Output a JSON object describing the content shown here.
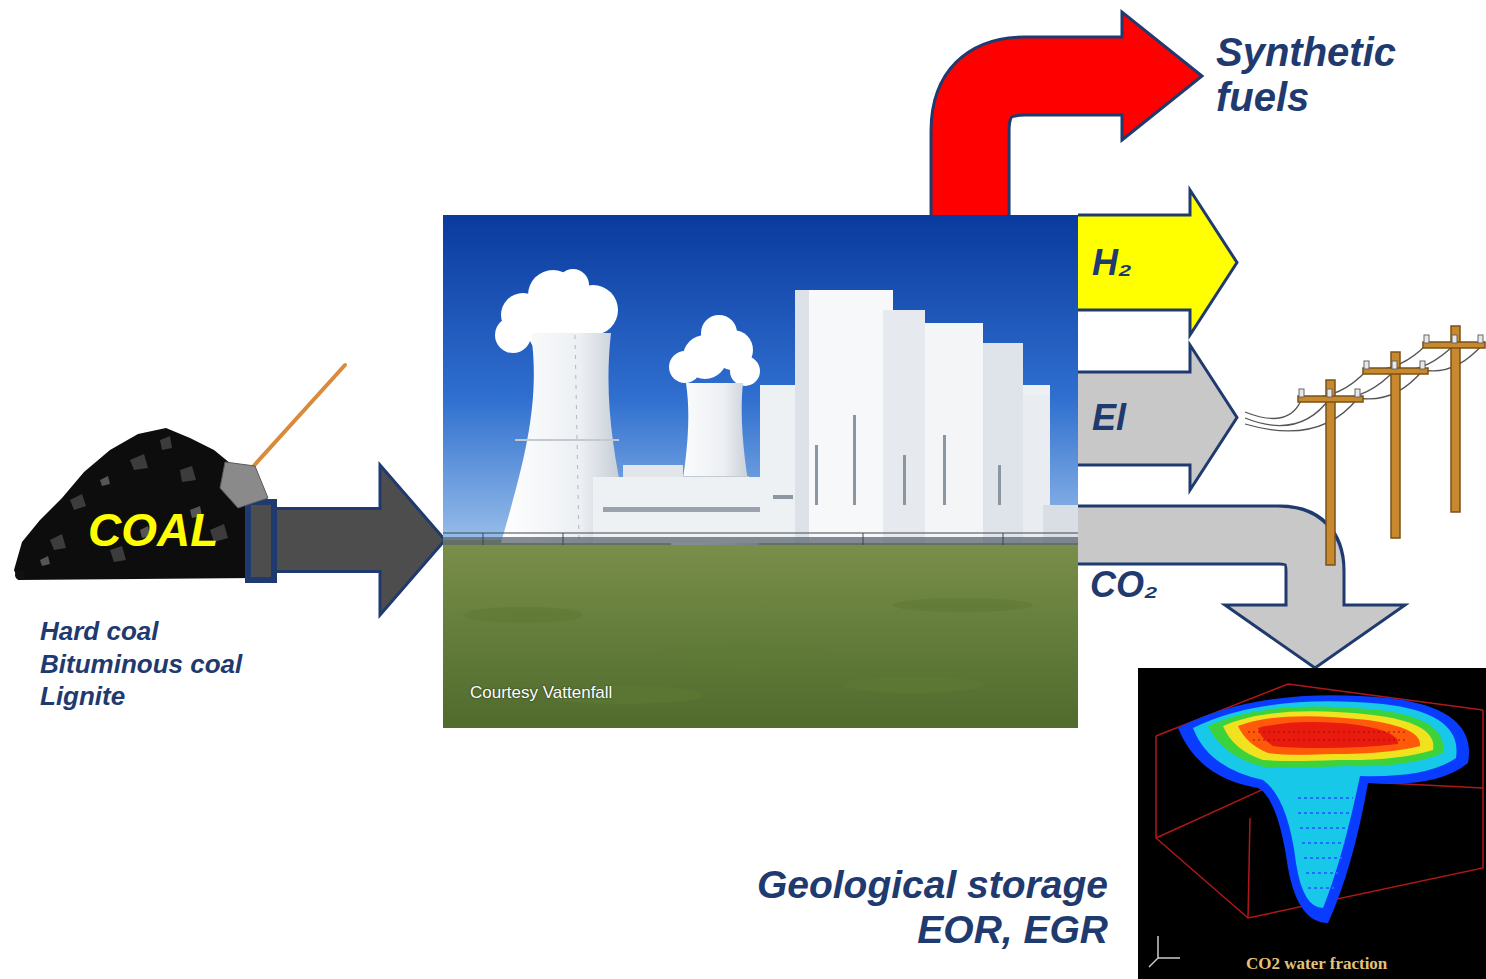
{
  "diagram": {
    "nodes": [
      {
        "text": [
          "COAL",
          "Hard coal Bituminous coal Lignite"
        ]
      },
      {
        "text": [
          "Courtesy Vattenfall"
        ]
      },
      {
        "text": [
          "Synthetic fuels"
        ]
      },
      {
        "text": [
          "H₂"
        ]
      },
      {
        "text": [
          "El"
        ]
      },
      {
        "text": [
          "Geological storage EOR, EGR",
          "CO2 water fraction"
        ]
      }
    ],
    "edges": [
      {
        "from": 0,
        "to": 1,
        "arrow": "to"
      },
      {
        "from": 1,
        "to": 2,
        "arrow": "to"
      },
      {
        "from": 1,
        "to": 5,
        "label": "CO₂",
        "arrow": "to"
      }
    ]
  }
}
